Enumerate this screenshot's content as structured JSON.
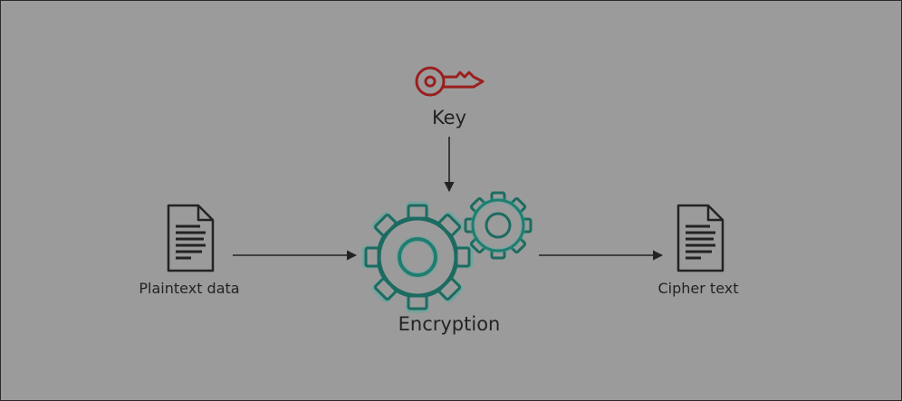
{
  "labels": {
    "key": "Key",
    "plaintext": "Plaintext data",
    "cipher": "Cipher text",
    "encryption": "Encryption"
  },
  "colors": {
    "background": "#9b9b9b",
    "key_icon": "#9a1f1f",
    "gear_stroke": "#1c6b61",
    "gear_glow": "#2bb3a0",
    "ink": "#232323"
  },
  "icons": {
    "key": "key-icon",
    "plaintext": "document-icon",
    "cipher": "document-icon",
    "encryption": "gears-icon"
  }
}
